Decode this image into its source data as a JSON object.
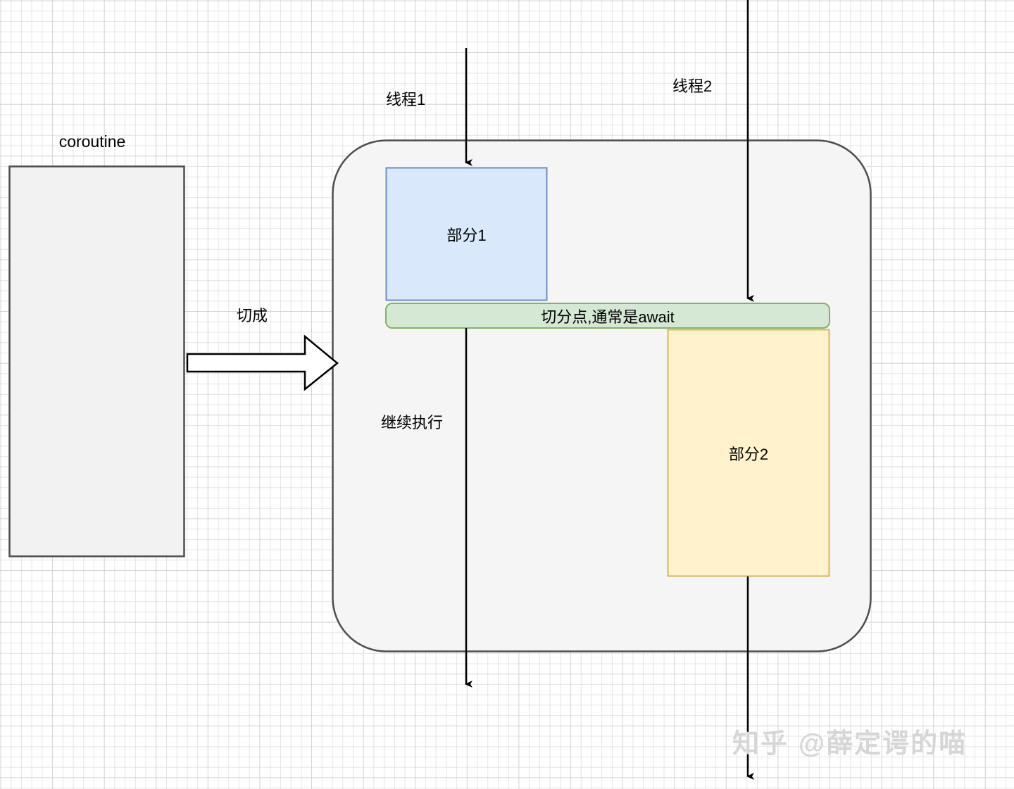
{
  "diagram": {
    "title": "coroutine split diagram",
    "nodes": {
      "coroutine_box_label": "coroutine",
      "split_arrow_label": "切成",
      "thread1_label": "线程1",
      "thread2_label": "线程2",
      "continue_label": "继续执行",
      "part1_label": "部分1",
      "split_point_label": "切分点,通常是await",
      "part2_label": "部分2"
    },
    "watermark": {
      "brand": "知乎",
      "handle": "@薛定谔的喵"
    },
    "colors": {
      "background": "#ffffff",
      "grid_minor": "#dcdcdc",
      "grid_major": "#c8c8c8",
      "container_fill": "#f5f5f5",
      "container_stroke": "#4d4d4d",
      "coroutine_fill": "#f2f2f2",
      "coroutine_stroke": "#4d4d4d",
      "part1_fill": "#dae8fc",
      "part1_stroke": "#6c8ebf",
      "split_fill": "#d5e8d4",
      "split_stroke": "#82b366",
      "part2_fill": "#fff2cc",
      "part2_stroke": "#d6b656",
      "arrow_stroke": "#000000",
      "block_arrow_fill": "#ffffff",
      "watermark_text": "#d6d6d6"
    }
  }
}
